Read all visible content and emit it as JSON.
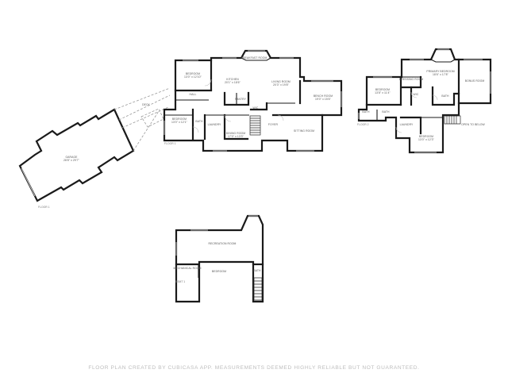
{
  "footer": "FLOOR PLAN CREATED BY CUBICASA APP. MEASUREMENTS DEEMED HIGHLY RELIABLE BUT NOT GUARANTEED.",
  "floors": {
    "garage_level": {
      "label": "FLOOR 1"
    },
    "main": {
      "label": "FLOOR 1"
    },
    "upper": {
      "label": "FLOOR 2"
    },
    "basement": {
      "label": "BSMT 1"
    }
  },
  "rooms": {
    "garage": {
      "name": "GARAGE",
      "size": "28'8\" x 29'7\""
    },
    "deck": {
      "name": "DECK",
      "size": ""
    },
    "bedroom_main": {
      "name": "BEDROOM",
      "size": "13'0\" x 12'10\""
    },
    "hall": {
      "name": "HALL",
      "size": ""
    },
    "bedroom2": {
      "name": "BEDROOM",
      "size": "13'0\" x 12'1\""
    },
    "bath_main": {
      "name": "BATH",
      "size": ""
    },
    "laundry": {
      "name": "LAUNDRY",
      "size": ""
    },
    "dining": {
      "name": "DINING ROOM",
      "size": "17'0\" x 13'3\""
    },
    "kitchen": {
      "name": "KITCHEN",
      "size": "20'1\" x 18'6\""
    },
    "breakfast": {
      "name": "BREAKFAST ROOM",
      "size": ""
    },
    "pantry": {
      "name": "PANTRY",
      "size": ""
    },
    "wic": {
      "name": "WIC",
      "size": ""
    },
    "living": {
      "name": "LIVING ROOM",
      "size": "20'3\" x 19'8\""
    },
    "foyer": {
      "name": "FOYER",
      "size": ""
    },
    "sitting": {
      "name": "SITTING ROOM",
      "size": ""
    },
    "bench_room": {
      "name": "BENCH ROOM",
      "size": "19'0\" x 15'6\""
    },
    "bath_upper_left": {
      "name": "BATH",
      "size": ""
    },
    "bedroom_upper_1": {
      "name": "BEDROOM",
      "size": "13'8\" x 11'4\""
    },
    "bath_upper_2": {
      "name": "BATH",
      "size": ""
    },
    "laundry_upper": {
      "name": "LAUNDRY",
      "size": ""
    },
    "bedroom_upper_2": {
      "name": "BEDROOM",
      "size": "13'0\" x 12'3\""
    },
    "dressing_room": {
      "name": "DRESSING ROOM",
      "size": ""
    },
    "wic_upper": {
      "name": "WIC",
      "size": ""
    },
    "primary_bedroom": {
      "name": "PRIMARY BEDROOM",
      "size": "18'6\" x 17'8\""
    },
    "bath_upper_3": {
      "name": "BATH",
      "size": ""
    },
    "bonus_room": {
      "name": "BONUS ROOM",
      "size": ""
    },
    "open_to_below": {
      "name": "OPEN TO BELOW",
      "size": ""
    },
    "recreation_room": {
      "name": "RECREATION ROOM",
      "size": ""
    },
    "mechanical": {
      "name": "MECHANICAL ROOM",
      "size": ""
    },
    "bedroom_bsmt": {
      "name": "BEDROOM",
      "size": ""
    },
    "bath_bsmt": {
      "name": "BATH",
      "size": ""
    }
  }
}
